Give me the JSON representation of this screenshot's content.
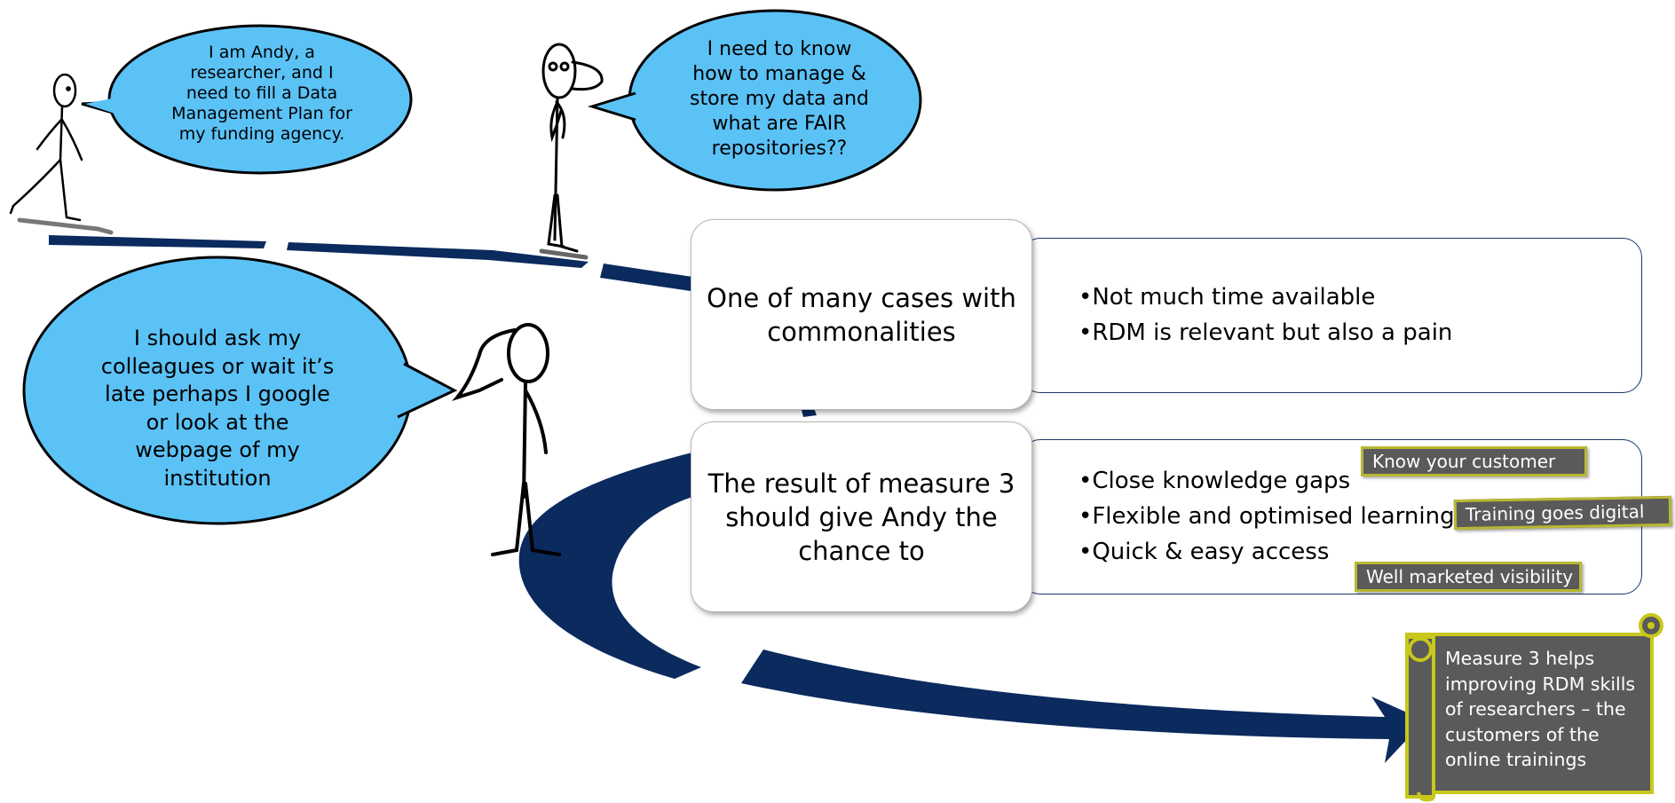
{
  "bubbles": {
    "andy": [
      "I am Andy, a",
      "researcher, and I",
      "need to fill a Data",
      "Management Plan for",
      "my funding agency."
    ],
    "need": [
      "I need to know",
      "how to manage &",
      "store my data and",
      "what are FAIR",
      "repositories??"
    ],
    "ask": [
      "I should ask my",
      "colleagues or wait it’s",
      "late perhaps I google",
      "or look at the",
      "webpage of my",
      "institution"
    ]
  },
  "box1": {
    "label": [
      "One of many cases with",
      "commonalities"
    ],
    "bullets": [
      "•Not much time available",
      "•RDM is relevant but also a pain"
    ]
  },
  "box2": {
    "label": [
      "The result of measure 3",
      "should give Andy the",
      "chance to"
    ],
    "bullets": [
      "•Close knowledge gaps",
      "•Flexible and optimised learning",
      "•Quick & easy access"
    ]
  },
  "tags": {
    "know": "Know your customer",
    "training": "Training goes digital",
    "visibility": "Well marketed visibility"
  },
  "scroll": [
    "Measure 3 helps",
    "improving RDM skills",
    "of researchers – the",
    "customers of the",
    "online trainings"
  ],
  "colors": {
    "bubble": "#5bc2f6",
    "path": "#0b2a5e",
    "tag": "#5a5a5a",
    "tag_border": "#b8b833",
    "scroll": "#5a5a5a",
    "scroll_border": "#c8c81c",
    "box_border": "#1a3866"
  }
}
